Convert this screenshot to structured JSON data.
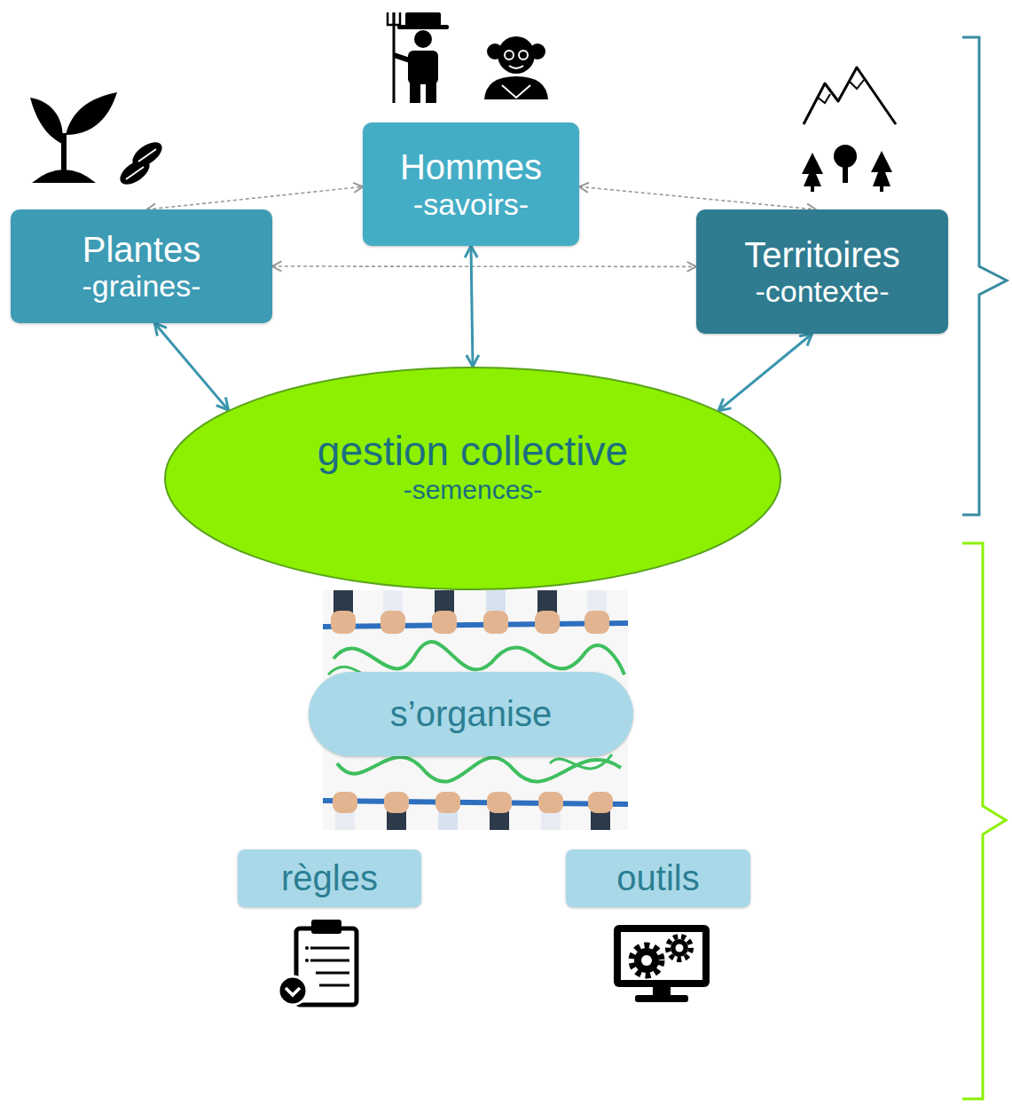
{
  "diagram": {
    "nodes": [
      {
        "text": [
          "Plantes",
          "-graines-"
        ]
      },
      {
        "text": [
          "Hommes",
          "-savoirs-"
        ]
      },
      {
        "text": [
          "Territoires",
          "-contexte-"
        ]
      },
      {
        "text": [
          "gestion collective",
          "-semences-"
        ]
      },
      {
        "text": [
          "s’organise"
        ]
      },
      {
        "text": [
          "règles"
        ]
      },
      {
        "text": [
          "outils"
        ]
      }
    ],
    "edges": [
      {
        "from": 0,
        "to": 1,
        "arrow": "both"
      },
      {
        "from": 1,
        "to": 2,
        "arrow": "both"
      },
      {
        "from": 0,
        "to": 2,
        "arrow": "both"
      },
      {
        "from": 0,
        "to": 3,
        "arrow": "both"
      },
      {
        "from": 1,
        "to": 3,
        "arrow": "both"
      },
      {
        "from": 2,
        "to": 3,
        "arrow": "both"
      }
    ]
  }
}
